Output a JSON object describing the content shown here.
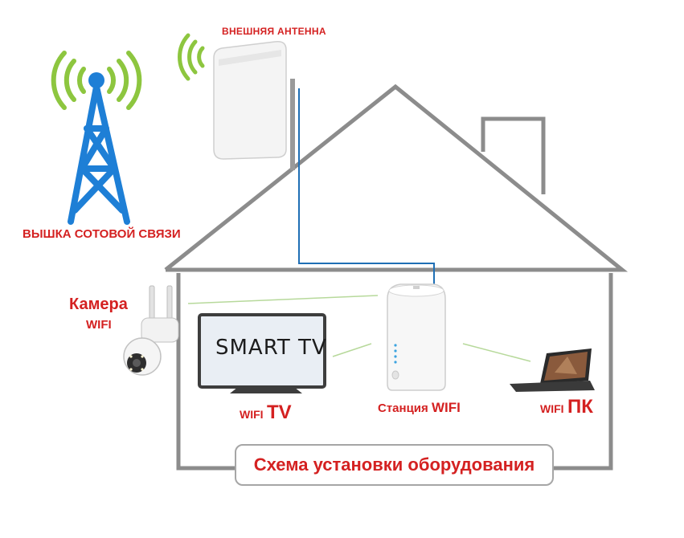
{
  "labels": {
    "tower": "ВЫШКА СОТОВОЙ СВЯЗИ",
    "external_antenna": "ВНЕШНЯЯ АНТЕННА",
    "camera_title": "Камера",
    "camera_wifi": "WIFI",
    "tv_wifi": "WIFI",
    "tv_main": "TV",
    "station_prefix": "Станция",
    "station_wifi": "WIFI",
    "pc_wifi": "WIFI",
    "pc_main": "ПК",
    "tv_logo": "SMART TV",
    "title": "Схема установки оборудования"
  },
  "colors": {
    "label_red": "#d42121",
    "house_gray": "#8c8c8c",
    "tower_blue": "#1e7fd6",
    "signal_green": "#8dc63f",
    "cable_blue": "#1f6fb5",
    "link_green": "#b7d99b"
  },
  "icons": {
    "tower": "cell-tower-icon",
    "antenna": "panel-antenna-icon",
    "camera": "ip-camera-icon",
    "tv": "smart-tv-icon",
    "router": "wifi-station-icon",
    "laptop": "laptop-icon"
  }
}
